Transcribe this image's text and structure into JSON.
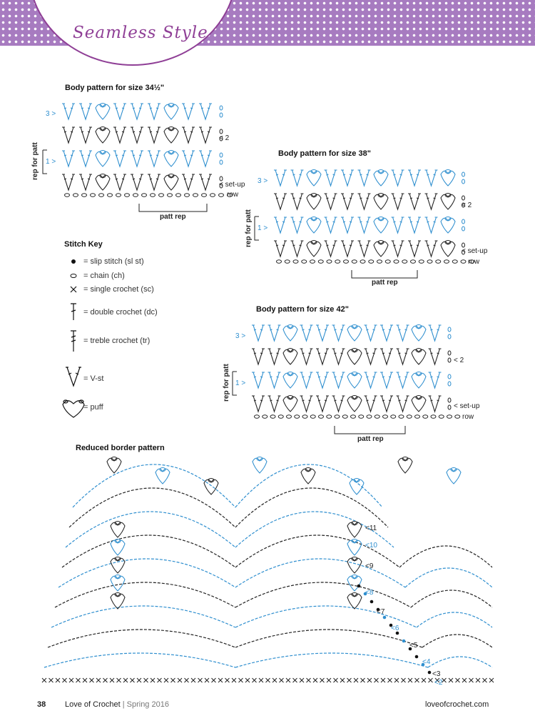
{
  "header": {
    "brand": "Seamless Style"
  },
  "diagrams": {
    "size_34": {
      "title": "Body pattern for size 34½\"",
      "row3": "3 >",
      "row1": "1 >",
      "row2": "< 2",
      "setup": "< set-up",
      "setup2": "row",
      "rep": "rep for patt",
      "patt_rep": "patt rep"
    },
    "size_38": {
      "title": "Body pattern for size 38\"",
      "row3": "3 >",
      "row1": "1 >",
      "row2": "< 2",
      "setup": "< set-up",
      "setup2": "row",
      "rep": "rep for patt",
      "patt_rep": "patt rep"
    },
    "size_42": {
      "title": "Body pattern for size 42\"",
      "row3": "3 >",
      "row1": "1 >",
      "row2": "< 2",
      "setup": "< set-up",
      "setup2": "row",
      "rep": "rep for patt",
      "patt_rep": "patt rep"
    }
  },
  "stitch_key": {
    "title": "Stitch Key",
    "items": [
      {
        "icon": "slip-stitch-icon",
        "label": "= slip stitch (sl st)"
      },
      {
        "icon": "chain-icon",
        "label": "= chain (ch)"
      },
      {
        "icon": "single-crochet-icon",
        "label": "= single crochet (sc)"
      },
      {
        "icon": "double-crochet-icon",
        "label": "= double crochet (dc)"
      },
      {
        "icon": "treble-crochet-icon",
        "label": "= treble crochet (tr)"
      },
      {
        "icon": "v-stitch-icon",
        "label": "= V-st"
      },
      {
        "icon": "puff-icon",
        "label": "= puff"
      }
    ]
  },
  "border": {
    "title": "Reduced border pattern",
    "rows": [
      "<11",
      "<10",
      "<9",
      "<8",
      "<7",
      "<6",
      "<5",
      "<4",
      "<3",
      "<2"
    ]
  },
  "footer": {
    "page": "38",
    "magazine": "Love of Crochet",
    "issue": " | Spring 2016",
    "site": "loveofcrochet.com"
  },
  "colors": {
    "accent": "#8f3f96",
    "blue_rows": "#2f8fcf",
    "band": "#a77bc0"
  }
}
